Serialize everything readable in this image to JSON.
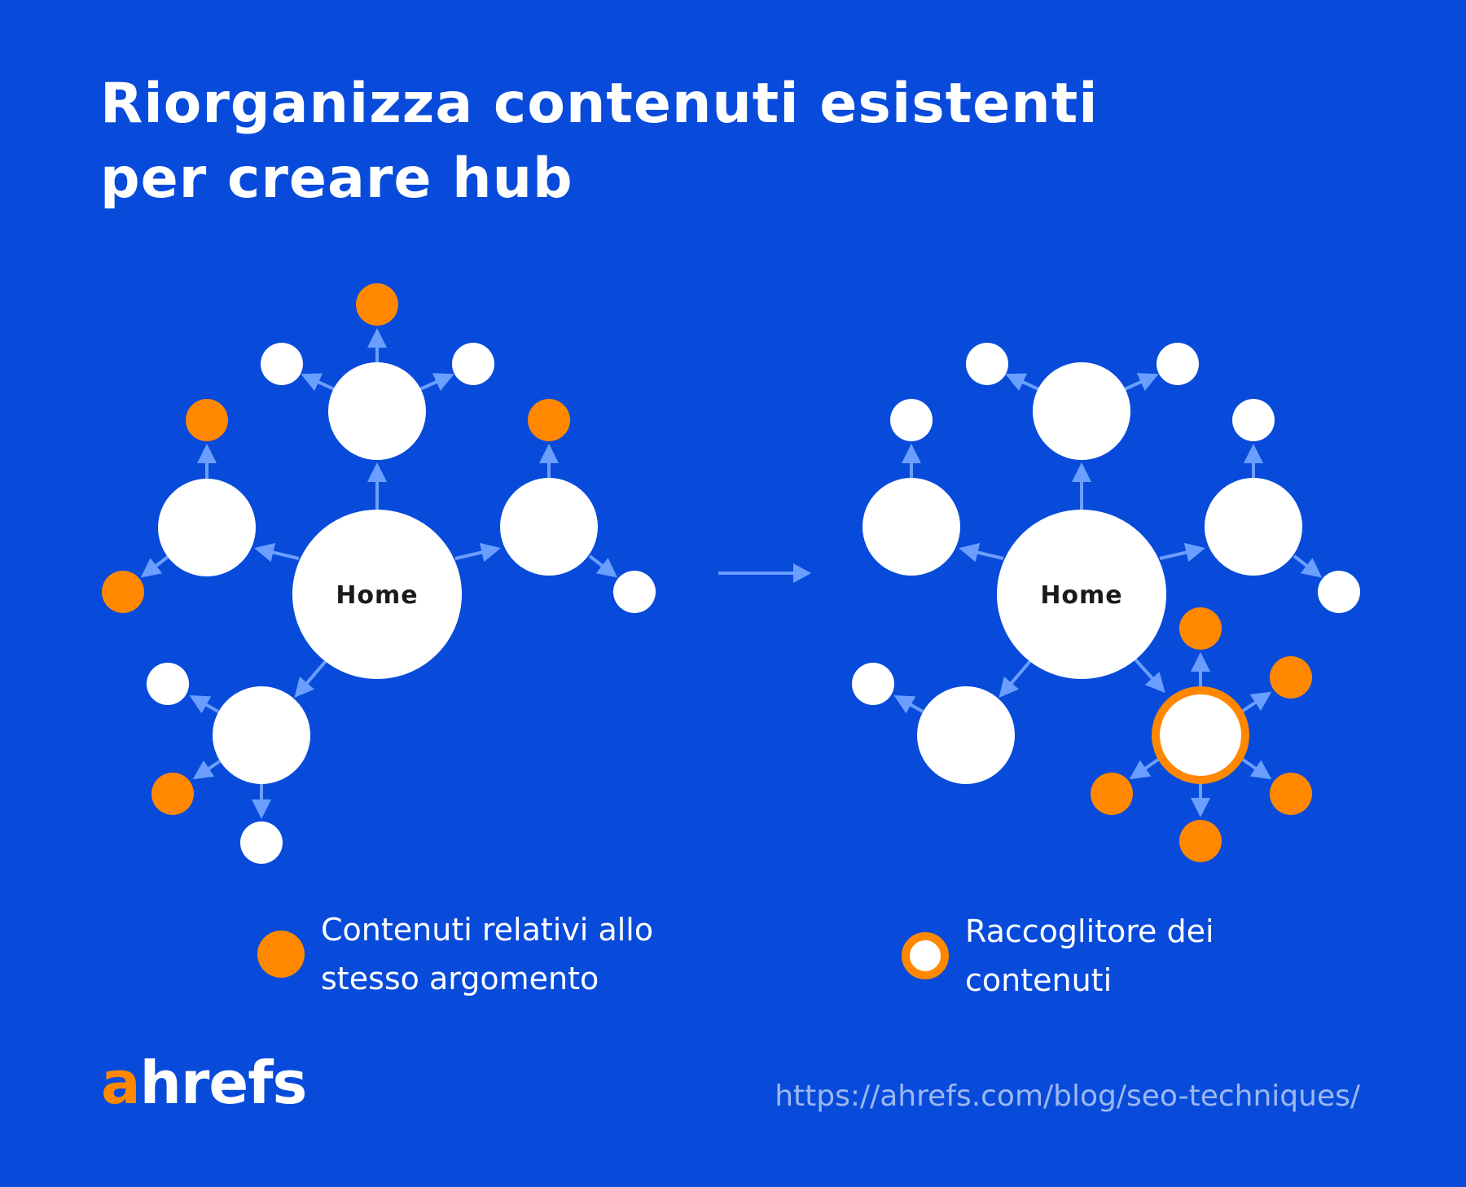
{
  "title": {
    "line1": "Riorganizza contenuti esistenti",
    "line2": "per creare hub"
  },
  "colors": {
    "background": "#084BDB",
    "node_white": "#FFFFFF",
    "topic_orange": "#FF8800",
    "arrow": "#6A9FFF",
    "url_text": "#9DB8F0",
    "home_label": "#1A1A1A"
  },
  "diagrams": {
    "before": {
      "home_label": "Home"
    },
    "after": {
      "home_label": "Home"
    },
    "transition_arrow": "right-arrow-icon"
  },
  "legend": {
    "topic_content": {
      "line1": "Contenuti relativi allo",
      "line2": "stesso argomento"
    },
    "hub": {
      "line1": "Raccoglitore dei",
      "line2": "contenuti"
    }
  },
  "footer": {
    "logo_a": "a",
    "logo_rest": "hrefs",
    "url": "https://ahrefs.com/blog/seo-techniques/"
  }
}
